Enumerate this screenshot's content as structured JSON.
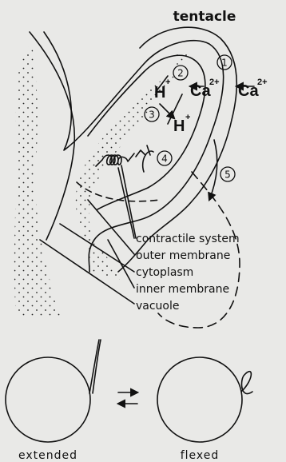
{
  "tentacle_label": "tentacle",
  "ions": {
    "ca_outer": "Ca",
    "ca_outer_charge": "2+",
    "ca_inner": "Ca",
    "ca_inner_charge": "2+",
    "h_left": "H",
    "h_left_charge": "+",
    "h_right": "H",
    "h_right_charge": "+"
  },
  "steps": [
    "1",
    "2",
    "3",
    "4",
    "5"
  ],
  "parts": {
    "contractile_system": "contractile system",
    "outer_membrane": "outer membrane",
    "cytoplasm": "cytoplasm",
    "inner_membrane": "inner membrane",
    "vacuole": "vacuole"
  },
  "states": {
    "extended": "extended",
    "flexed": "flexed"
  }
}
